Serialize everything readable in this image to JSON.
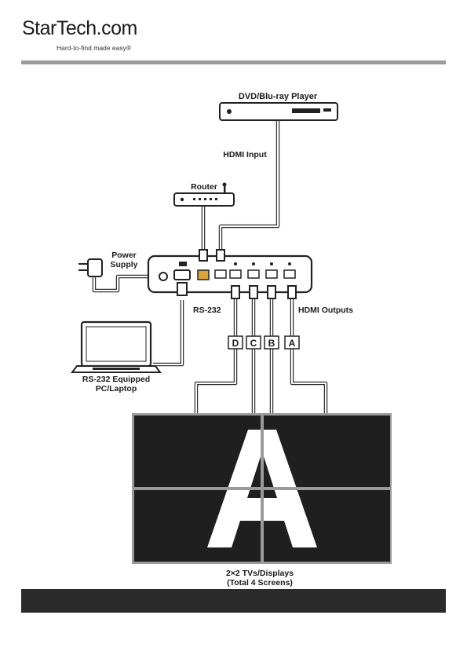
{
  "logo": {
    "brand": "StarTech.com",
    "tagline": "Hard-to-find made easy®"
  },
  "labels": {
    "dvd_player": "DVD/Blu-ray Player",
    "hdmi_input": "HDMI Input",
    "router": "Router",
    "power_supply_line1": "Power",
    "power_supply_line2": "Supply",
    "rs232": "RS-232",
    "hdmi_outputs": "HDMI Outputs",
    "laptop_line1": "RS-232 Equipped",
    "laptop_line2": "PC/Laptop",
    "displays_line1": "2×2 TVs/Displays",
    "displays_line2": "(Total 4 Screens)",
    "screen_letter": "A"
  },
  "output_tags": [
    "D",
    "C",
    "B",
    "A"
  ],
  "colors": {
    "header_rule": "#9a9a9a",
    "footer_bar": "#2b2b2b",
    "screen": "#1f1f1f"
  }
}
